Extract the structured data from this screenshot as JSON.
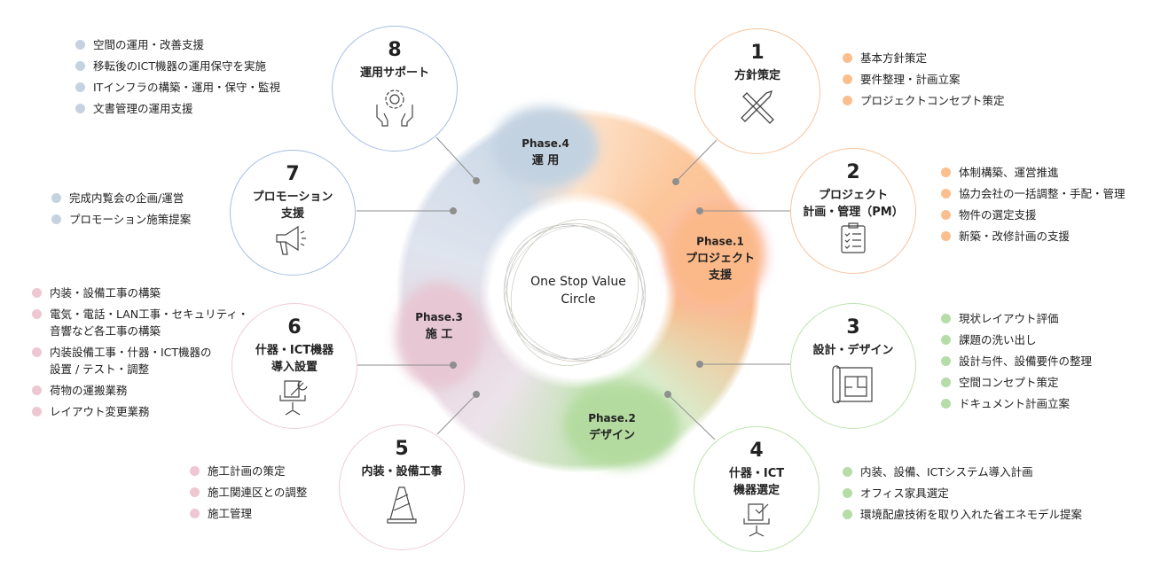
{
  "colors": {
    "phase1": "#fbb98a",
    "phase2": "#b5dca5",
    "phase3": "#e9c9d5",
    "phase4": "#c5d3e2",
    "blue_border": "#a9bde3",
    "orange_border": "#f9c39c",
    "green_border": "#bfe3b0",
    "pink_border": "#efccd6"
  },
  "center": {
    "line1": "One Stop Value",
    "line2": "Circle"
  },
  "phases": [
    {
      "label": "Phase.1",
      "name_lines": [
        "プロジェクト",
        "支援"
      ]
    },
    {
      "label": "Phase.2",
      "name_lines": [
        "デザイン"
      ]
    },
    {
      "label": "Phase.3",
      "name_lines": [
        "施 工"
      ]
    },
    {
      "label": "Phase.4",
      "name_lines": [
        "運 用"
      ]
    }
  ],
  "steps": [
    {
      "num": "1",
      "title_lines": [
        "方針策定"
      ],
      "icon": "pencil-ruler-icon",
      "items": [
        "基本方針策定",
        "要件整理・計画立案",
        "プロジェクトコンセプト策定"
      ]
    },
    {
      "num": "2",
      "title_lines": [
        "プロジェクト",
        "計画・管理（PM）"
      ],
      "icon": "clipboard-checklist-icon",
      "items": [
        "体制構築、運営推進",
        "協力会社の一括調整・手配・管理",
        "物件の選定支援",
        "新築・改修計画の支援"
      ]
    },
    {
      "num": "3",
      "title_lines": [
        "設計・デザイン"
      ],
      "icon": "floor-plan-icon",
      "items": [
        "現状レイアウト評価",
        "課題の洗い出し",
        "設計与件、設備要件の整理",
        "空間コンセプト策定",
        "ドキュメント計画立案"
      ]
    },
    {
      "num": "4",
      "title_lines": [
        "什器・ICT",
        "機器選定"
      ],
      "icon": "chair-check-icon",
      "items": [
        "内装、設備、ICTシステム導入計画",
        "オフィス家具選定",
        "環境配慮技術を取り入れた省エネモデル提案"
      ]
    },
    {
      "num": "5",
      "title_lines": [
        "内装・設備工事"
      ],
      "icon": "traffic-cone-icon",
      "items": [
        "施工計画の策定",
        "施工関連区との調整",
        "施工管理"
      ]
    },
    {
      "num": "6",
      "title_lines": [
        "什器・ICT機器",
        "導入設置"
      ],
      "icon": "chair-wrench-icon",
      "items": [
        "内装・設備工事の構築",
        "電気・電話・LAN工事・セキュリティ・\n音響など各工事の構築",
        "内装設備工事・什器・ICT機器の\n設置 / テスト・調整",
        "荷物の運搬業務",
        "レイアウト変更業務"
      ]
    },
    {
      "num": "7",
      "title_lines": [
        "プロモーション",
        "支援"
      ],
      "icon": "megaphone-icon",
      "items": [
        "完成内覧会の企画/運営",
        "プロモーション施策提案"
      ]
    },
    {
      "num": "8",
      "title_lines": [
        "運用サポート"
      ],
      "icon": "hands-gear-icon",
      "items": [
        "空間の運用・改善支援",
        "移転後のICT機器の運用保守を実施",
        "ITインフラの構築・運用・保守・監視",
        "文書管理の運用支援"
      ]
    }
  ]
}
